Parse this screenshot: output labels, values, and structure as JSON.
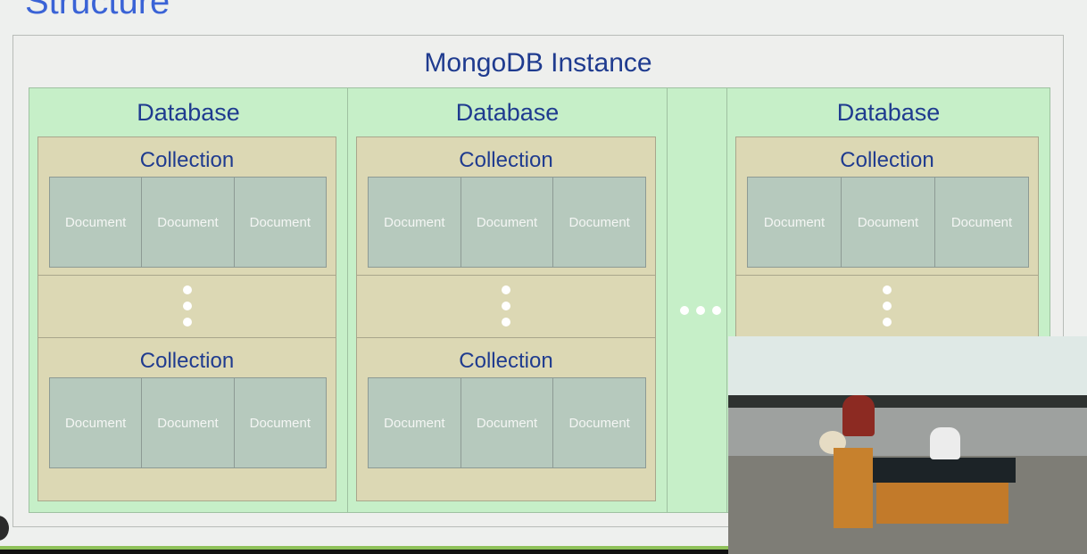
{
  "slide": {
    "title": "Structure"
  },
  "instance": {
    "title": "MongoDB Instance"
  },
  "databases": [
    {
      "label": "Database",
      "collections": [
        {
          "label": "Collection",
          "documents": [
            "Document",
            "Document",
            "Document"
          ]
        },
        {
          "label": "Collection",
          "documents": [
            "Document",
            "Document",
            "Document"
          ]
        }
      ]
    },
    {
      "label": "Database",
      "collections": [
        {
          "label": "Collection",
          "documents": [
            "Document",
            "Document",
            "Document"
          ]
        },
        {
          "label": "Collection",
          "documents": [
            "Document",
            "Document",
            "Document"
          ]
        }
      ]
    },
    {
      "label": "Database",
      "collections": [
        {
          "label": "Collection",
          "documents": [
            "Document",
            "Document",
            "Document"
          ]
        }
      ]
    }
  ],
  "colors": {
    "database_fill": "#c6efc8",
    "collection_fill": "#dcd8b4",
    "document_fill": "#b6c9bd",
    "title_text": "#1f3b8f"
  }
}
